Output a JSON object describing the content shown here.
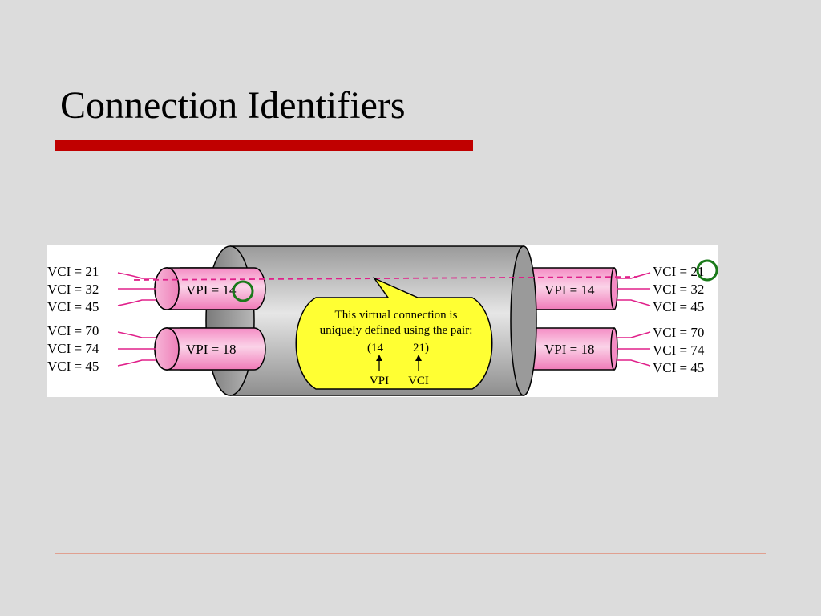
{
  "slide": {
    "title": "Connection Identifiers"
  },
  "diagram": {
    "left_group_top": [
      "VCI = 21",
      "VCI = 32",
      "VCI = 45"
    ],
    "left_group_bottom": [
      "VCI = 70",
      "VCI = 74",
      "VCI = 45"
    ],
    "right_group_top": [
      "VCI = 21",
      "VCI = 32",
      "VCI = 45"
    ],
    "right_group_bottom": [
      "VCI = 70",
      "VCI = 74",
      "VCI = 45"
    ],
    "left_vpi_top": "VPI = 14",
    "left_vpi_bottom": "VPI = 18",
    "right_vpi_top": "VPI = 14",
    "right_vpi_bottom": "VPI = 18",
    "callout": {
      "line1": "This virtual connection is",
      "line2": "uniquely defined using the pair:",
      "pair_open": "(14",
      "pair_close": "21)",
      "label_vpi": "VPI",
      "label_vci": "VCI"
    },
    "colors": {
      "pipe_pink": "#f8a8d0",
      "tube_gray": "#a8a8a8",
      "callout_yellow": "#ffff33",
      "highlight_green": "#1a7a1a",
      "dashed_path": "#e0208a",
      "title_accent": "#c00000"
    }
  }
}
